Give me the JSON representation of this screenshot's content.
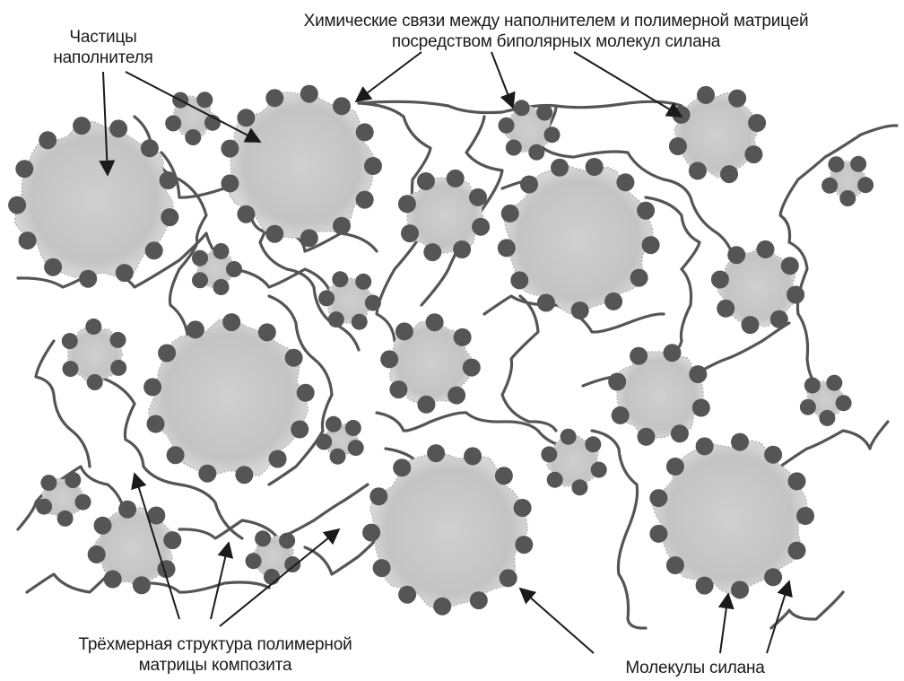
{
  "labels": {
    "filler_particles": {
      "line1": "Частицы",
      "line2": "наполнителя"
    },
    "chemical_bonds": {
      "line1": "Химические связи между наполнителем и полимерной матрицей",
      "line2": "посредством биполярных молекул силана"
    },
    "matrix_structure": {
      "line1": "Трёхмерная структура полимерной",
      "line2": "матрицы композита"
    },
    "silane_molecules": {
      "line1": "Молекулы силана"
    }
  },
  "colors": {
    "particle_fill": "#c9c9c9",
    "particle_edge": "#b5b5b5",
    "silane_dot": "#555555",
    "polymer_chain": "#555555",
    "arrow": "#1a1a1a"
  }
}
